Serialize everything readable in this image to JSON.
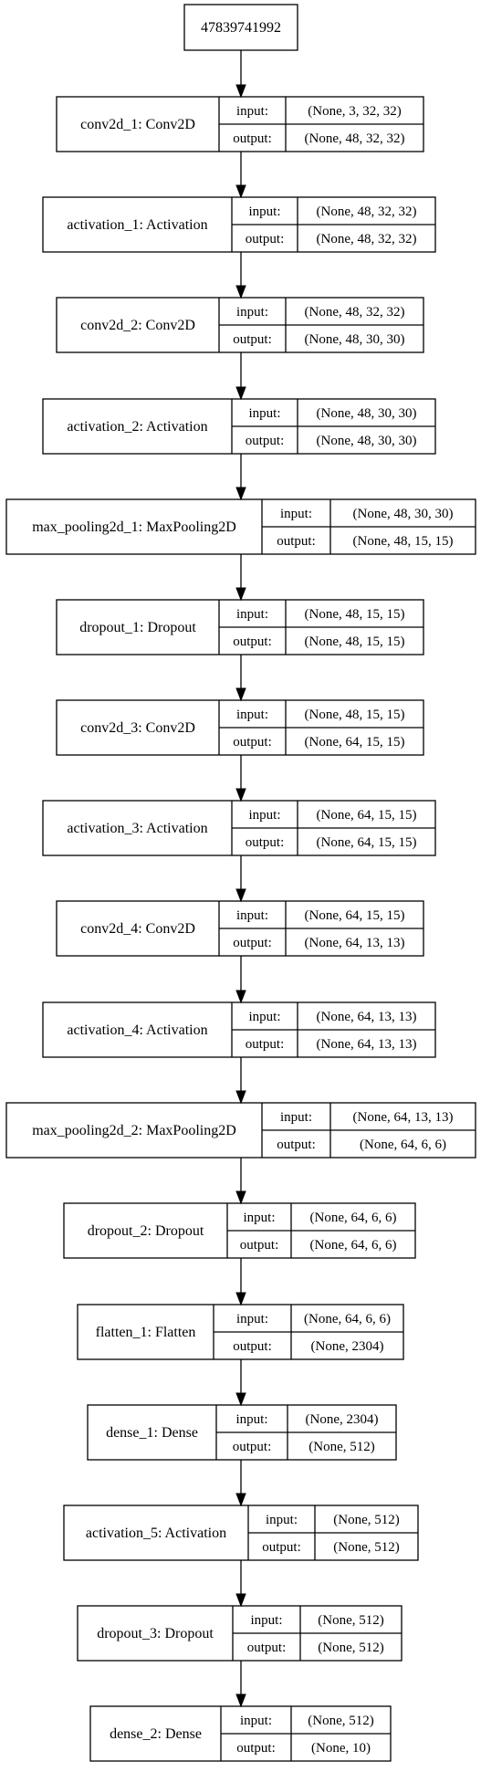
{
  "root_label": "47839741992",
  "io_labels": {
    "input": "input:",
    "output": "output:"
  },
  "layers": [
    {
      "name": "conv2d_1: Conv2D",
      "input": "(None, 3, 32, 32)",
      "output": "(None, 48, 32, 32)"
    },
    {
      "name": "activation_1: Activation",
      "input": "(None, 48, 32, 32)",
      "output": "(None, 48, 32, 32)"
    },
    {
      "name": "conv2d_2: Conv2D",
      "input": "(None, 48, 32, 32)",
      "output": "(None, 48, 30, 30)"
    },
    {
      "name": "activation_2: Activation",
      "input": "(None, 48, 30, 30)",
      "output": "(None, 48, 30, 30)"
    },
    {
      "name": "max_pooling2d_1: MaxPooling2D",
      "input": "(None, 48, 30, 30)",
      "output": "(None, 48, 15, 15)"
    },
    {
      "name": "dropout_1: Dropout",
      "input": "(None, 48, 15, 15)",
      "output": "(None, 48, 15, 15)"
    },
    {
      "name": "conv2d_3: Conv2D",
      "input": "(None, 48, 15, 15)",
      "output": "(None, 64, 15, 15)"
    },
    {
      "name": "activation_3: Activation",
      "input": "(None, 64, 15, 15)",
      "output": "(None, 64, 15, 15)"
    },
    {
      "name": "conv2d_4: Conv2D",
      "input": "(None, 64, 15, 15)",
      "output": "(None, 64, 13, 13)"
    },
    {
      "name": "activation_4: Activation",
      "input": "(None, 64, 13, 13)",
      "output": "(None, 64, 13, 13)"
    },
    {
      "name": "max_pooling2d_2: MaxPooling2D",
      "input": "(None, 64, 13, 13)",
      "output": "(None, 64, 6, 6)"
    },
    {
      "name": "dropout_2: Dropout",
      "input": "(None, 64, 6, 6)",
      "output": "(None, 64, 6, 6)"
    },
    {
      "name": "flatten_1: Flatten",
      "input": "(None, 64, 6, 6)",
      "output": "(None, 2304)"
    },
    {
      "name": "dense_1: Dense",
      "input": "(None, 2304)",
      "output": "(None, 512)"
    },
    {
      "name": "activation_5: Activation",
      "input": "(None, 512)",
      "output": "(None, 512)"
    },
    {
      "name": "dropout_3: Dropout",
      "input": "(None, 512)",
      "output": "(None, 512)"
    },
    {
      "name": "dense_2: Dense",
      "input": "(None, 512)",
      "output": "(None, 10)"
    }
  ]
}
